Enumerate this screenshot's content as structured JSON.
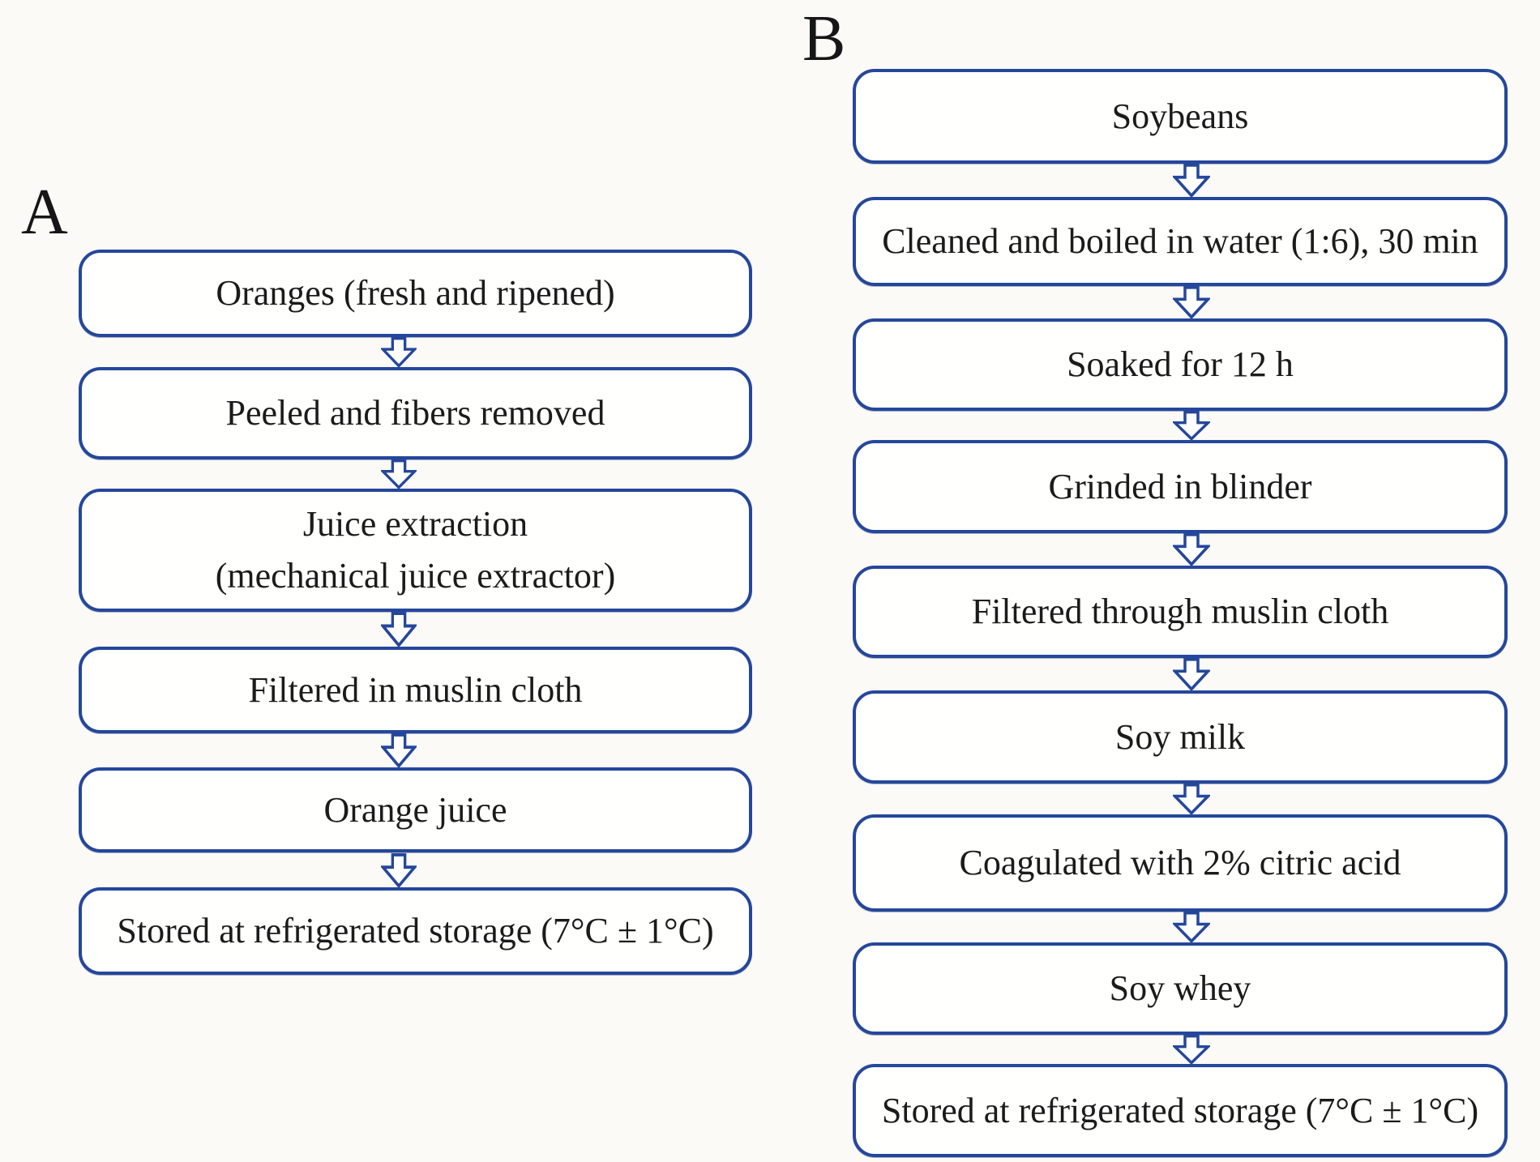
{
  "figure": {
    "type": "flowchart",
    "description_colors": {
      "box_border": "#25479b",
      "arrow_outline": "#25479b",
      "arrow_fill": "#ffffff",
      "text": "#1b1b1b",
      "background": "#fbfaf7"
    }
  },
  "panel_a": {
    "label": "A",
    "steps": [
      {
        "label": "Oranges (fresh and ripened)"
      },
      {
        "label": "Peeled and fibers removed"
      },
      {
        "label": "Juice extraction\n(mechanical juice extractor)"
      },
      {
        "label": "Filtered in muslin cloth"
      },
      {
        "label": "Orange juice"
      },
      {
        "label": "Stored at refrigerated storage (7°C ± 1°C)"
      }
    ]
  },
  "panel_b": {
    "label": "B",
    "steps": [
      {
        "label": "Soybeans"
      },
      {
        "label": "Cleaned and boiled in water (1:6), 30 min"
      },
      {
        "label": "Soaked for 12 h"
      },
      {
        "label": "Grinded in blinder"
      },
      {
        "label": "Filtered through muslin cloth"
      },
      {
        "label": "Soy milk"
      },
      {
        "label": "Coagulated with 2% citric acid"
      },
      {
        "label": "Soy whey"
      },
      {
        "label": "Stored at refrigerated storage (7°C ± 1°C)"
      }
    ]
  }
}
